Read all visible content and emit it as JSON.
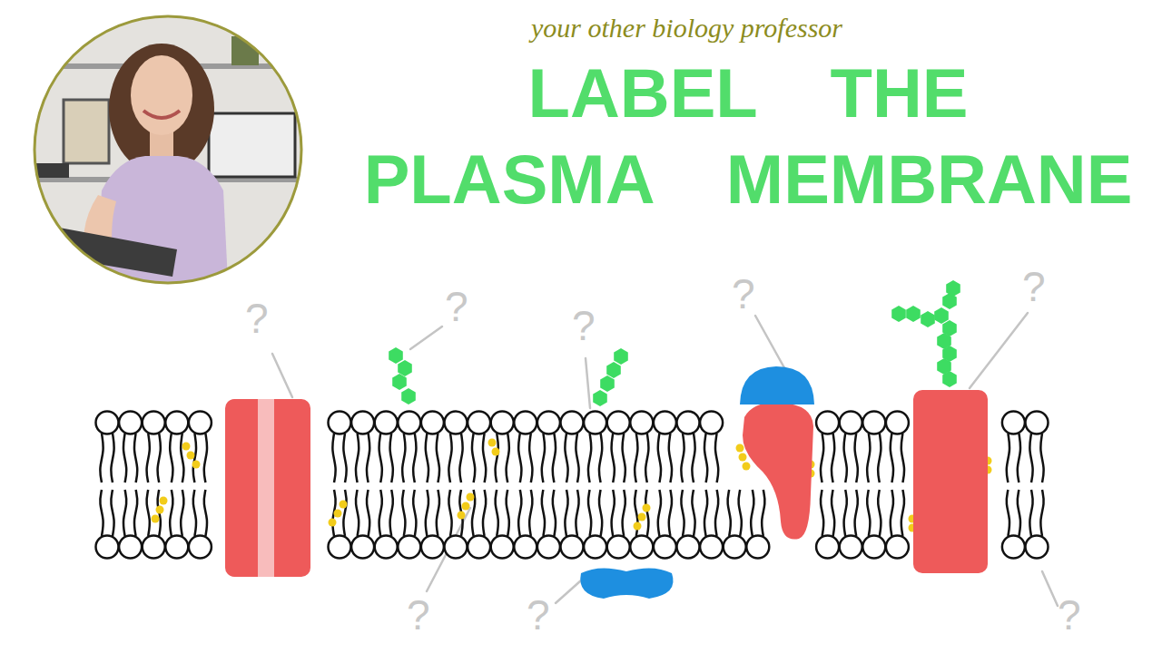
{
  "diagram": {
    "title": "LABEL THE PLASMA MEMBRANE",
    "labels": [
      "your other biology professor",
      "?",
      "?",
      "?",
      "?",
      "?",
      "?",
      "?",
      "?"
    ]
  }
}
